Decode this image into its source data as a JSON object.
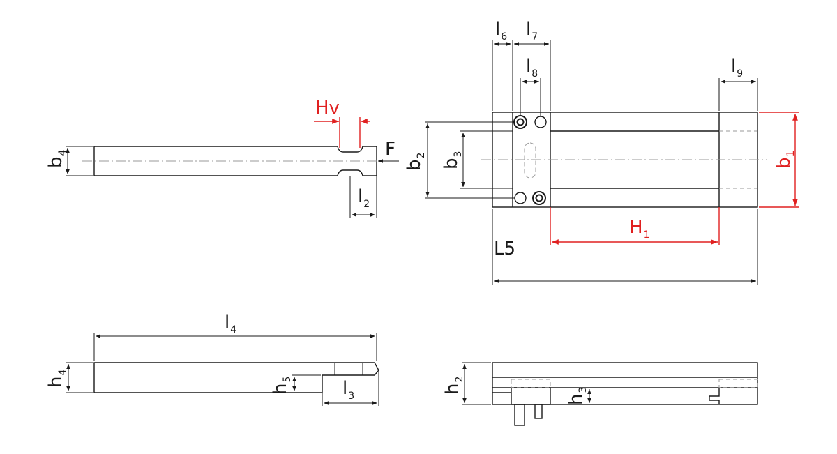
{
  "labels": {
    "hv": "Hv",
    "f": "F",
    "b4": {
      "main": "b",
      "sub": "4"
    },
    "l2": {
      "main": "l",
      "sub": "2"
    },
    "l4": {
      "main": "l",
      "sub": "4"
    },
    "h4": {
      "main": "h",
      "sub": "4"
    },
    "h5": {
      "main": "h",
      "sub": "5"
    },
    "l3": {
      "main": "l",
      "sub": "3"
    },
    "l6": {
      "main": "l",
      "sub": "6"
    },
    "l7": {
      "main": "l",
      "sub": "7"
    },
    "l8": {
      "main": "l",
      "sub": "8"
    },
    "l9": {
      "main": "l",
      "sub": "9"
    },
    "b2": {
      "main": "b",
      "sub": "2"
    },
    "b3": {
      "main": "b",
      "sub": "3"
    },
    "b1": {
      "main": "b",
      "sub": "1"
    },
    "H1": {
      "main": "H",
      "sub": "1"
    },
    "L5": "L5",
    "h2": {
      "main": "h",
      "sub": "2"
    },
    "h3": {
      "main": "h",
      "sub": "3"
    }
  },
  "colors": {
    "line": "#1a1a1a",
    "highlight": "#e02020",
    "hidden": "#9a9a9a"
  }
}
